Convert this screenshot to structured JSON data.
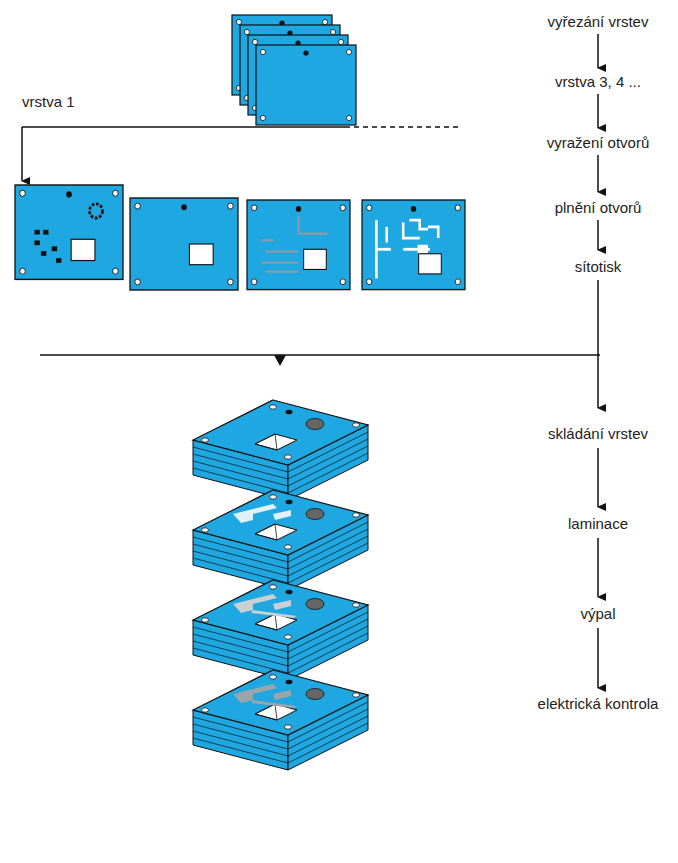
{
  "diagram": {
    "labels": [
      "vyřezání vrstev",
      "vrstva 1",
      "vrstva 3, 4 ...",
      "vyražení otvorů",
      "plnění otvorů",
      "sítotisk",
      "skládání vrstev",
      "laminace",
      "výpal",
      "elektrická kontrola"
    ]
  }
}
